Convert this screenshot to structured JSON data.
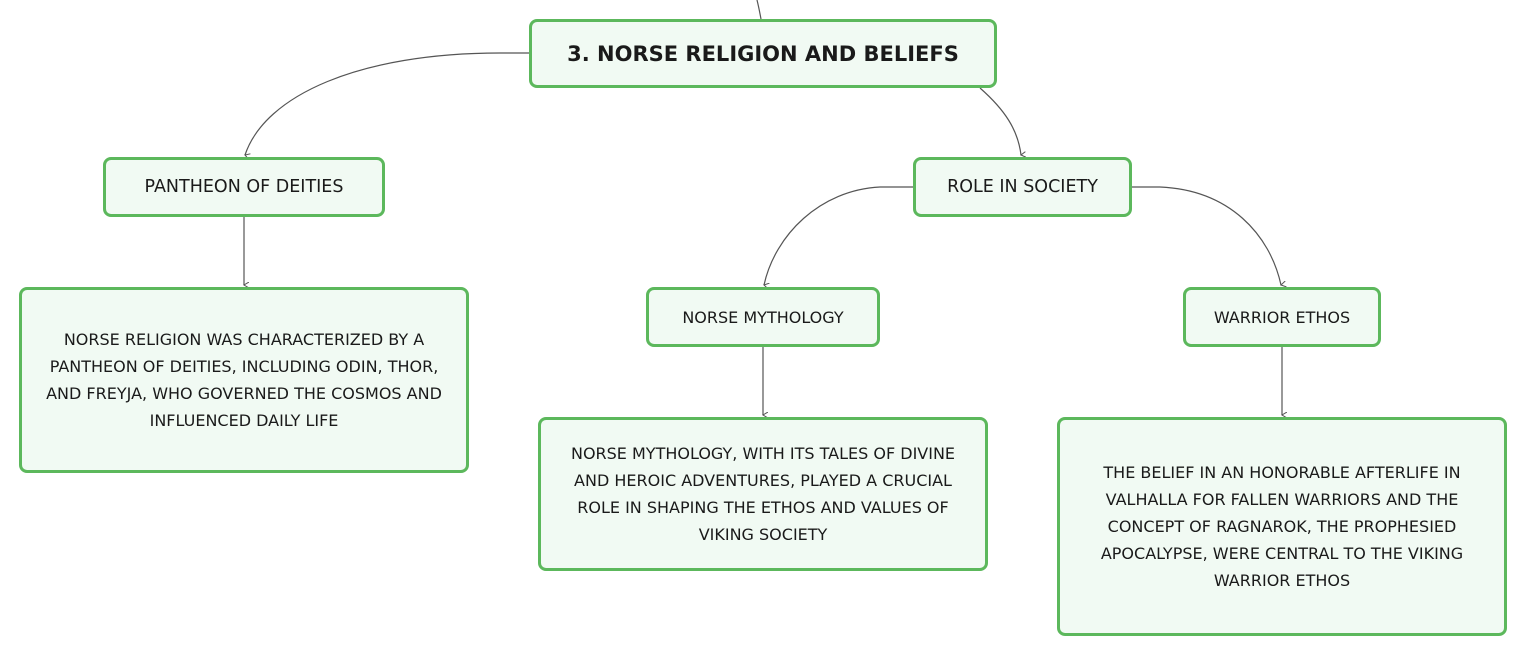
{
  "diagram": {
    "root": {
      "label": "3. NORSE RELIGION AND BELIEFS"
    },
    "branches": {
      "pantheon": {
        "label": "PANTHEON OF DEITIES",
        "description": "NORSE RELIGION WAS CHARACTERIZED BY A PANTHEON OF DEITIES, INCLUDING ODIN, THOR, AND FREYJA, WHO GOVERNED THE COSMOS AND INFLUENCED DAILY LIFE"
      },
      "role": {
        "label": "ROLE IN SOCIETY",
        "children": {
          "mythology": {
            "label": "NORSE MYTHOLOGY",
            "description": "NORSE MYTHOLOGY, WITH ITS TALES OF DIVINE AND HEROIC ADVENTURES, PLAYED A CRUCIAL ROLE IN SHAPING THE ETHOS AND VALUES OF VIKING SOCIETY"
          },
          "warrior": {
            "label": "WARRIOR ETHOS",
            "description": "THE BELIEF IN AN HONORABLE AFTERLIFE IN VALHALLA FOR FALLEN WARRIORS AND THE CONCEPT OF RAGNAROK, THE PROPHESIED APOCALYPSE, WERE CENTRAL TO THE VIKING WARRIOR ETHOS"
          }
        }
      }
    },
    "colors": {
      "node_border": "#5cb85c",
      "node_fill": "#f1faf3",
      "connector": "#555555",
      "text": "#1a1a1a"
    }
  }
}
